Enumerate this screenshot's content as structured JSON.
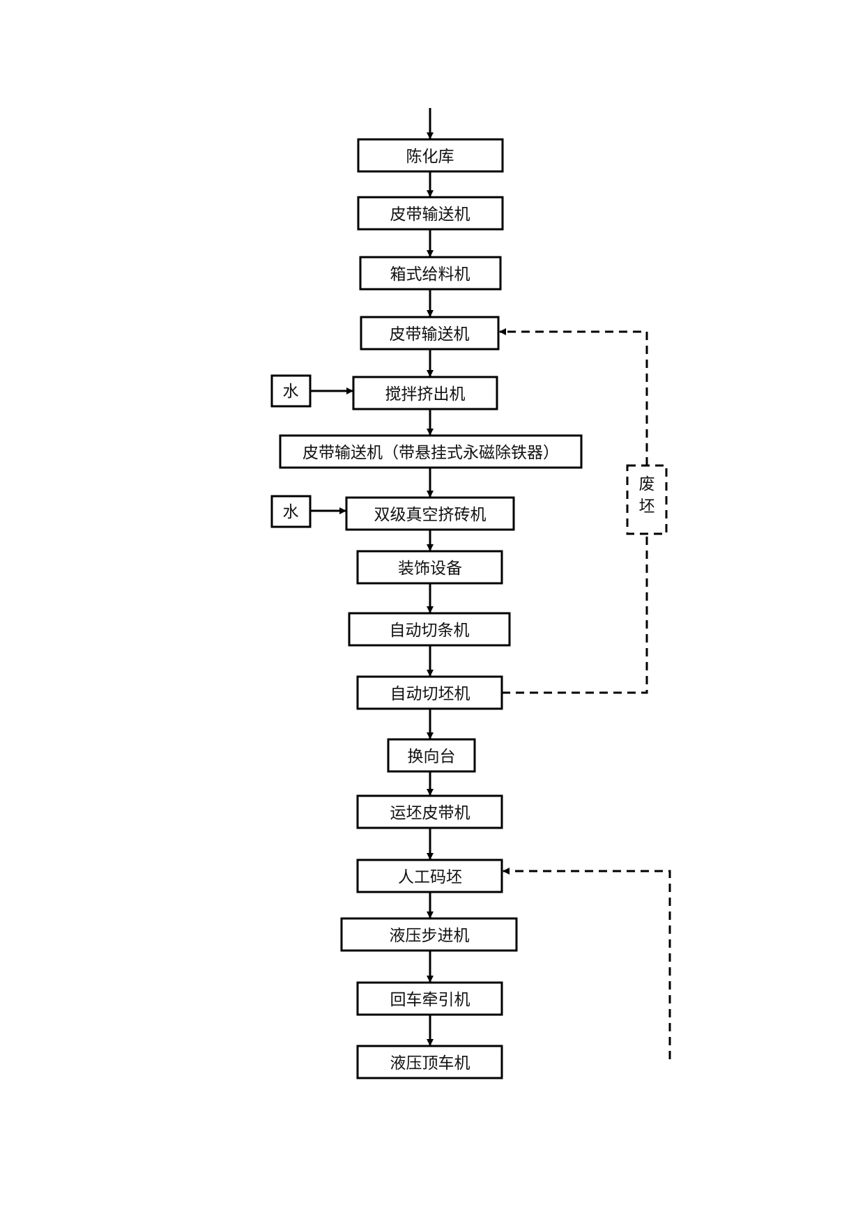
{
  "flow": {
    "steps": [
      "陈化库",
      "皮带输送机",
      "箱式给料机",
      "皮带输送机",
      "搅拌挤出机",
      "皮带输送机（带悬挂式永磁除铁器）",
      "双级真空挤砖机",
      "装饰设备",
      "自动切条机",
      "自动切坯机",
      "换向台",
      "运坯皮带机",
      "人工码坯",
      "液压步进机",
      "回车牵引机",
      "液压顶车机"
    ],
    "inputs": [
      "水",
      "水"
    ],
    "waste": [
      "废",
      "坯"
    ]
  }
}
